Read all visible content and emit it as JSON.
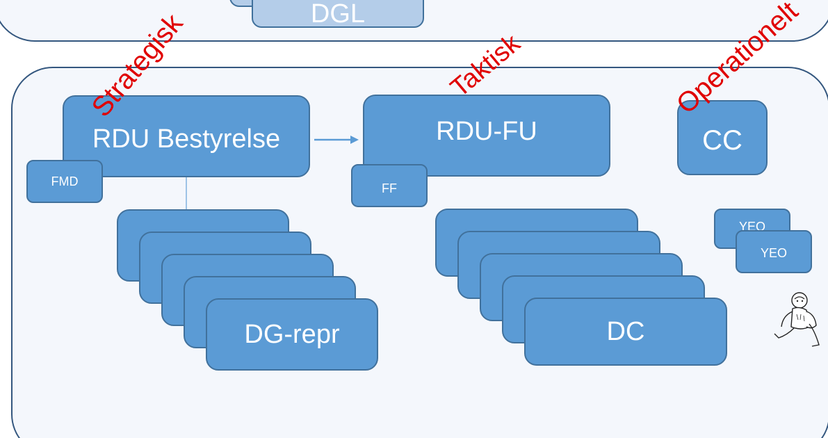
{
  "diagram": {
    "top_box_label": "DGL",
    "boxes": {
      "rdu_bestyrelse": "RDU Bestyrelse",
      "fmd": "FMD",
      "rdu_fu": "RDU-FU",
      "ff": "FF",
      "cc": "CC",
      "dg_repr": "DG-repr",
      "dc": "DC",
      "yeo_back": "YEO",
      "yeo_front": "YEO"
    },
    "annotations": {
      "strategisk": "Strategisk",
      "taktisk": "Taktisk",
      "operationelt": "Operationelt"
    },
    "colors": {
      "box_fill": "#5b9bd5",
      "box_border": "#41719c",
      "panel_fill": "#f4f7fc",
      "panel_border": "#34577f",
      "annotation": "#e00000",
      "top_box_fill": "#b4cde9"
    },
    "icons": [
      "running-person-icon"
    ]
  }
}
